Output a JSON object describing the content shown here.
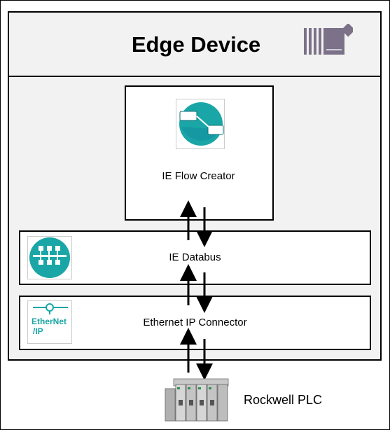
{
  "diagram": {
    "title": "Edge Device",
    "components": {
      "flow_creator": "IE Flow Creator",
      "databus": "IE Databus",
      "connector": "Ethernet IP Connector",
      "plc": "Rockwell PLC"
    },
    "icons": {
      "device": "edge-device-icon",
      "flow_creator": "flow-creator-icon",
      "databus": "databus-icon",
      "connector": "ethernet-ip-icon",
      "plc": "plc-hardware-icon"
    },
    "icon_text": {
      "ethernet_line1": "EtherNet",
      "ethernet_line2": "/IP"
    },
    "colors": {
      "teal": "#1aa6a6",
      "device_icon": "#7b7289",
      "border": "#000000",
      "background": "#f2f2f2"
    }
  }
}
